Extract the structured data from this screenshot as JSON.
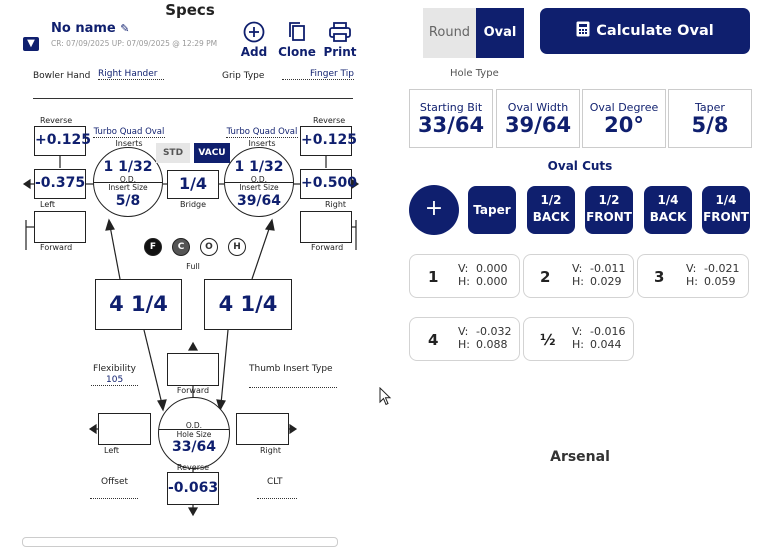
{
  "specs": {
    "title": "Specs",
    "name": "No name",
    "meta": "CR: 07/09/2025 UP: 07/09/2025 @ 12:29 PM"
  },
  "toolbar": {
    "add": "Add",
    "clone": "Clone",
    "print": "Print"
  },
  "bowler": {
    "hand_label": "Bowler Hand",
    "hand_value": "Right Hander",
    "grip_label": "Grip Type",
    "grip_value": "Finger Tip"
  },
  "fingers": {
    "left": {
      "reverse_label": "Reverse",
      "reverse_value": "+0.125",
      "lateral_value": "-0.375",
      "left_label": "Left",
      "forward_label": "Forward",
      "forward_value": "",
      "inserts_type": "Turbo Quad Oval",
      "inserts_label": "Inserts",
      "top": "1 1/32",
      "od": "O.D.",
      "insert_size_label": "Insert Size",
      "bottom": "5/8"
    },
    "right": {
      "reverse_label": "Reverse",
      "reverse_value": "+0.125",
      "lateral_value": "+0.500",
      "right_label": "Right",
      "forward_label": "Forward",
      "forward_value": "",
      "inserts_type": "Turbo Quad Oval",
      "inserts_label": "Inserts",
      "top": "1 1/32",
      "od": "O.D.",
      "insert_size_label": "Insert Size",
      "bottom": "39/64"
    },
    "std": "STD",
    "vacu": "VACU",
    "bridge_value": "1/4",
    "bridge_label": "Bridge",
    "grip_options": [
      "F",
      "C",
      "O",
      "H"
    ],
    "grip_selected": "Full",
    "span_left": "4 1/4",
    "span_right": "4 1/4"
  },
  "thumb": {
    "flex_label": "Flexibility",
    "flex_value": "105",
    "insert_type_label": "Thumb Insert Type",
    "forward_label": "Forward",
    "left_label": "Left",
    "right_label": "Right",
    "od": "O.D.",
    "hole_size_label": "Hole Size",
    "hole_size": "33/64",
    "reverse_label": "Reverse",
    "reverse_value": "-0.063",
    "offset_label": "Offset",
    "clt_label": "CLT"
  },
  "hole": {
    "round": "Round",
    "oval": "Oval",
    "type_label": "Hole Type",
    "calc_button": "Calculate Oval"
  },
  "params": [
    {
      "label": "Starting Bit",
      "value": "33/64"
    },
    {
      "label": "Oval Width",
      "value": "39/64"
    },
    {
      "label": "Oval Degree",
      "value": "20°"
    },
    {
      "label": "Taper",
      "value": "5/8"
    }
  ],
  "oval_cuts": {
    "title": "Oval Cuts",
    "add": "+",
    "taper": "Taper",
    "cuts": [
      {
        "frac": "1/2",
        "side": "BACK"
      },
      {
        "frac": "1/2",
        "side": "FRONT"
      },
      {
        "frac": "1/4",
        "side": "BACK"
      },
      {
        "frac": "1/4",
        "side": "FRONT"
      }
    ]
  },
  "results": [
    {
      "n": "1",
      "v": "0.000",
      "h": "0.000"
    },
    {
      "n": "2",
      "v": "-0.011",
      "h": "0.029"
    },
    {
      "n": "3",
      "v": "-0.021",
      "h": "0.059"
    },
    {
      "n": "4",
      "v": "-0.032",
      "h": "0.088"
    },
    {
      "n": "½",
      "v": "-0.016",
      "h": "0.044"
    }
  ],
  "labels": {
    "v": "V:",
    "h": "H:"
  },
  "arsenal": "Arsenal",
  "colors": {
    "navy": "#0f1f6e",
    "border": "#d3d3d3"
  }
}
